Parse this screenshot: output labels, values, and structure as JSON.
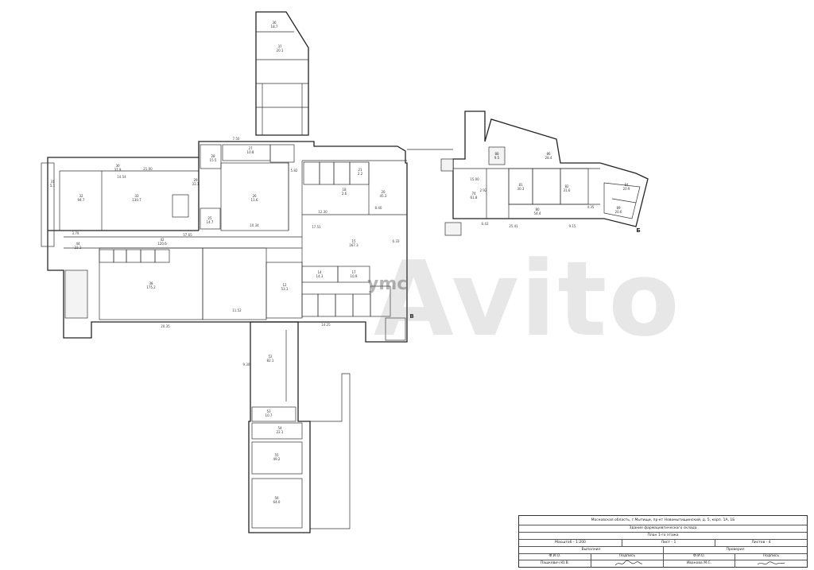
{
  "stamp": {
    "address": "Московская область, г.Мытищи, пр-кт Новомытищинский, д. 5, корп. 1А, 1Б",
    "building": "Здание фармацевтического склада",
    "plan_title": "План 1-го этажа",
    "scale": "Масштаб - 1:200",
    "sheet": "Лист - 1",
    "sheets": "Листов - 4",
    "executed": "Выполнил",
    "checked": "Проверил",
    "fio": "Ф.И.О.",
    "signature": "Подпись",
    "executor_name": "Пашкевич Ю.В.",
    "checker_name": "Иванова М.С."
  },
  "markers": {
    "b": "Б",
    "v": "В"
  },
  "watermark": {
    "text": "Avito",
    "sub": "ymc"
  },
  "rooms": [
    {
      "num": "36",
      "area": "18.7"
    },
    {
      "num": "37",
      "area": "20.1"
    },
    {
      "num": "31",
      "area": "5.1"
    },
    {
      "num": "32",
      "area": "94.7"
    },
    {
      "num": "33",
      "area": "130.7"
    },
    {
      "num": "30",
      "area": "37.9"
    },
    {
      "num": "29",
      "area": "33.1"
    },
    {
      "num": "26",
      "area": "11.6"
    },
    {
      "num": "27",
      "area": "10.8"
    },
    {
      "num": "28",
      "area": "15.5"
    },
    {
      "num": "20",
      "area": "45.3"
    },
    {
      "num": "21",
      "area": "2.2"
    },
    {
      "num": "18",
      "area": "2.6"
    },
    {
      "num": "25",
      "area": "14.7"
    },
    {
      "num": "42",
      "area": "120.6"
    },
    {
      "num": "44",
      "area": "22.1"
    },
    {
      "num": "38",
      "area": "175.2"
    },
    {
      "num": "15",
      "area": "167.3"
    },
    {
      "num": "12",
      "area": "53.1"
    },
    {
      "num": "14",
      "area": "14.3"
    },
    {
      "num": "17",
      "area": "10.9"
    },
    {
      "num": "52",
      "area": "82.1"
    },
    {
      "num": "53",
      "area": "10.7"
    },
    {
      "num": "54",
      "area": "22.1"
    },
    {
      "num": "55",
      "area": "49.2"
    },
    {
      "num": "56",
      "area": "64.0"
    },
    {
      "num": "74",
      "area": "61.8"
    },
    {
      "num": "80",
      "area": "54.4"
    },
    {
      "num": "81",
      "area": "30.3"
    },
    {
      "num": "82",
      "area": "31.6"
    },
    {
      "num": "84",
      "area": "20.9"
    },
    {
      "num": "86",
      "area": "28.4"
    },
    {
      "num": "89",
      "area": "20.6"
    },
    {
      "num": "88",
      "area": "9.5"
    }
  ],
  "dims": [
    "14.54",
    "21.00",
    "57.65",
    "17.51",
    "20.35",
    "11.52",
    "3.79",
    "6.43",
    "25.41",
    "15.00",
    "4.35",
    "7.50",
    "5.82",
    "9.30",
    "10.34",
    "14.25",
    "8.40",
    "12.30",
    "6.33",
    "2.92",
    "9.15"
  ]
}
